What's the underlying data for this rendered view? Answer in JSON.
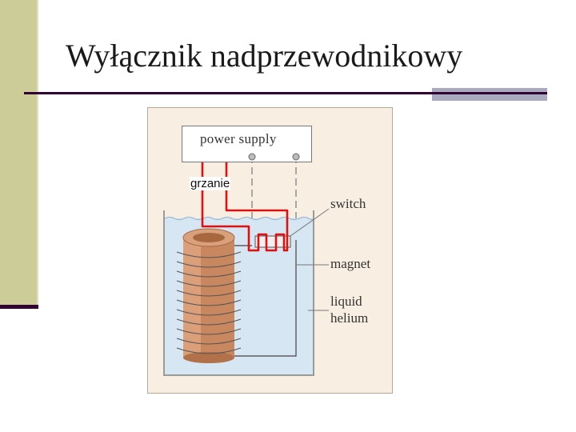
{
  "slide": {
    "title": "Wyłącznik nadprzewodnikowy"
  },
  "figure": {
    "power_supply_label": "power supply",
    "heater_label": "grzanie",
    "switch_label": "switch",
    "magnet_label": "magnet",
    "liquid_helium_label_line1": "liquid",
    "liquid_helium_label_line2": "helium"
  },
  "colors": {
    "sidebar": "#cccc99",
    "accent_dark": "#330033",
    "rule_grey": "#a9a9bf",
    "heater_wire": "#dd1111",
    "helium": "#d6e6f2",
    "coil": "#c8875e"
  }
}
